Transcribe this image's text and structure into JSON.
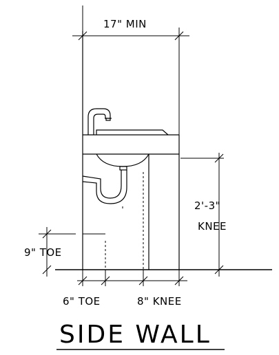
{
  "dimensions": {
    "top_width": "17\" MIN",
    "knee_height_line1": "2'-3\"",
    "knee_height_line2": "KNEE",
    "toe_height": "9\" TOE",
    "toe_depth": "6\" TOE",
    "knee_depth": "8\" KNEE"
  },
  "title": "SIDE WALL",
  "colors": {
    "ink": "#000000",
    "background": "#ffffff"
  }
}
